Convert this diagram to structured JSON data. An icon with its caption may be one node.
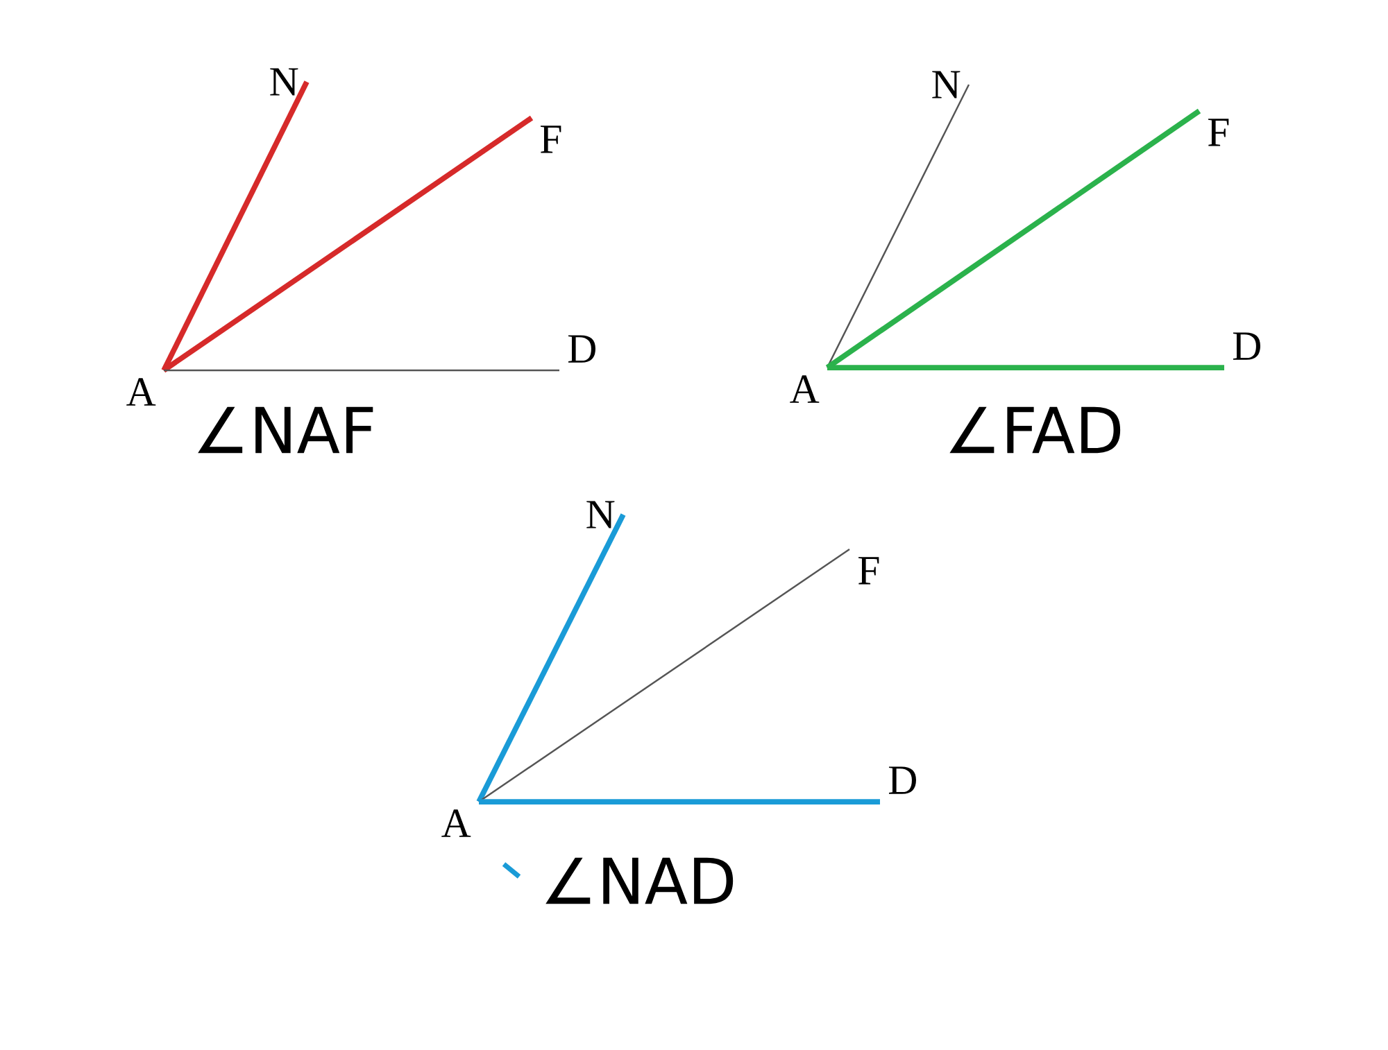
{
  "diagram": {
    "nodes": [
      {
        "text": [
          "N"
        ]
      },
      {
        "text": [
          "F"
        ]
      },
      {
        "text": [
          "A"
        ]
      },
      {
        "text": [
          "D"
        ]
      },
      {
        "text": [
          "N"
        ]
      },
      {
        "text": [
          "F"
        ]
      },
      {
        "text": [
          "A"
        ]
      },
      {
        "text": [
          "D"
        ]
      },
      {
        "text": [
          "N"
        ]
      },
      {
        "text": [
          "F"
        ]
      },
      {
        "text": [
          "A"
        ]
      },
      {
        "text": [
          "D"
        ]
      }
    ],
    "edges": [
      {
        "from": 2,
        "to": 0,
        "arrow": "none",
        "color": "#d62a2a"
      },
      {
        "from": 2,
        "to": 1,
        "arrow": "none",
        "color": "#d62a2a"
      },
      {
        "from": 2,
        "to": 3,
        "arrow": "none"
      },
      {
        "from": 6,
        "to": 4,
        "arrow": "none"
      },
      {
        "from": 6,
        "to": 5,
        "arrow": "none",
        "color": "#2bb24c"
      },
      {
        "from": 6,
        "to": 7,
        "arrow": "none",
        "color": "#2bb24c"
      },
      {
        "from": 10,
        "to": 8,
        "arrow": "none",
        "color": "#1a9bd7"
      },
      {
        "from": 10,
        "to": 9,
        "arrow": "none"
      },
      {
        "from": 10,
        "to": 11,
        "arrow": "none",
        "color": "#1a9bd7"
      }
    ],
    "labels": [
      "∠NAF",
      "∠FAD",
      "∠NAD"
    ]
  }
}
